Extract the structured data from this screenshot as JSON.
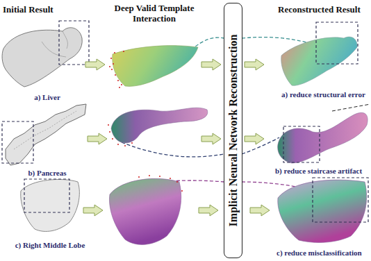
{
  "diagram": {
    "nodes": [
      {
        "text": [
          "Implicit Neural Network Reconstruction"
        ]
      }
    ],
    "labels": [
      "Initial Result",
      "Deep Valid Template Interaction",
      "Reconstructed Result",
      "a) Liver",
      "a) reduce structural error",
      "b) Pancreas",
      "b) reduce staircase artifact",
      "c) Right Middle Lobe",
      "c) reduce misclassification"
    ]
  }
}
